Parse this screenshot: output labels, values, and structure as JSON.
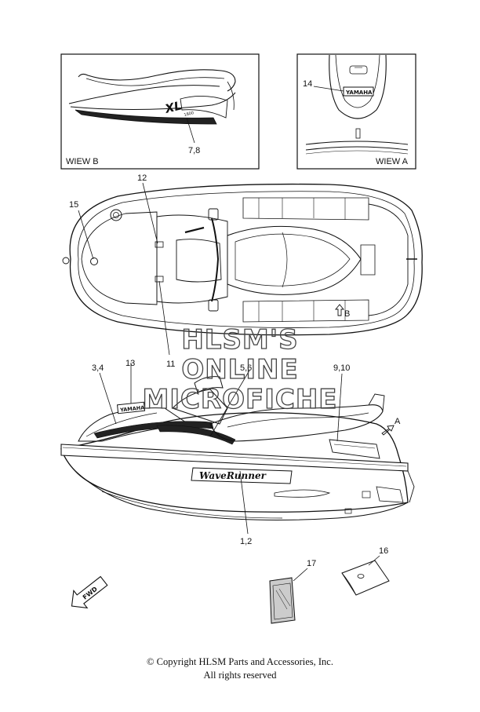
{
  "views": {
    "view_b": {
      "title": "WIEW B",
      "callout": "7,8",
      "decal_text": "XL",
      "decal_sub": "1800"
    },
    "view_a": {
      "title": "WIEW A",
      "callout": "14",
      "badge_text": "YAMAHA"
    }
  },
  "top_view": {
    "callouts": {
      "c12": "12",
      "c15": "15",
      "c11": "11"
    },
    "arrow_b": "B"
  },
  "side_view": {
    "callouts": {
      "c34": "3,4",
      "c13": "13",
      "c56": "5,6",
      "c910": "9,10",
      "c12": "1,2",
      "arrow_a": "A"
    },
    "badge_text": "YAMAHA",
    "logo_text": "WaveRunner"
  },
  "parts": {
    "c17": "17",
    "c16": "16"
  },
  "fwd_label": "FWD",
  "watermark": [
    "HLSM'S",
    "ONLINE",
    "MICROFICHE"
  ],
  "footer": {
    "copyright": "© Copyright HLSM Parts and Accessories, Inc.",
    "rights": "All rights reserved"
  }
}
